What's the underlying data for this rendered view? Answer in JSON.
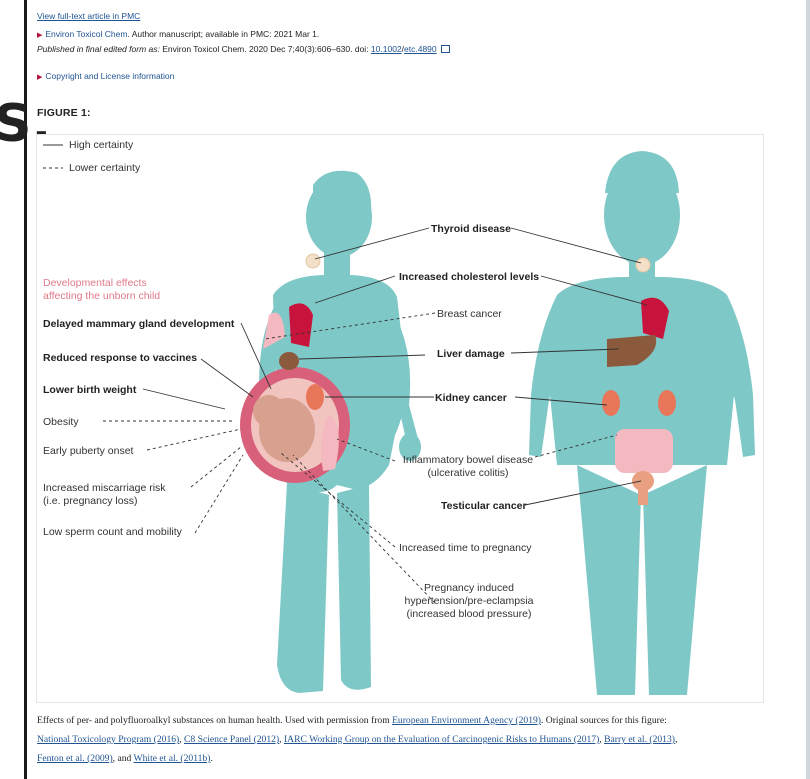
{
  "header": {
    "full_text_link": "View full-text article in PMC",
    "journal_link": "Environ Toxicol Chem",
    "manuscript_note": ". Author manuscript; available in PMC: 2021 Mar 1.",
    "published_prefix": "Published in final edited form as:",
    "citation": " Environ Toxicol Chem. 2020 Dec 7;40(3):606–630. doi: ",
    "doi_prefix": "10.1002",
    "doi_sep": "/",
    "doi_suffix": "etc.4890",
    "copyright_link": "Copyright and License information"
  },
  "side_text": "S.",
  "figure": {
    "title": "FIGURE 1:",
    "legend": {
      "high": "High certainty",
      "low": "Lower certainty"
    },
    "dev_heading_1": "Developmental effects",
    "dev_heading_2": "affecting the unborn child",
    "left_labels": {
      "mammary": "Delayed mammary gland development",
      "vaccines": "Reduced response to vaccines",
      "birth_weight": "Lower birth weight",
      "obesity": "Obesity",
      "puberty": "Early puberty onset",
      "miscarriage_1": "Increased miscarriage risk",
      "miscarriage_2": "(i.e. pregnancy loss)",
      "sperm": "Low sperm count and mobility"
    },
    "center_labels": {
      "thyroid": "Thyroid disease",
      "cholesterol": "Increased cholesterol levels",
      "breast": "Breast cancer",
      "liver": "Liver damage",
      "kidney": "Kidney cancer",
      "ibd_1": "Inflammatory bowel disease",
      "ibd_2": "(ulcerative colitis)",
      "testicular": "Testicular cancer",
      "time_pregnancy": "Increased time to pregnancy",
      "hyper_1": "Pregnancy induced",
      "hyper_2": "hypertension/pre-eclampsia",
      "hyper_3": "(increased blood pressure)"
    },
    "colors": {
      "body": "#7fc8c8",
      "dev_text": "#e07a8a",
      "heart": "#c8143c",
      "liver": "#8b5a3c",
      "kidney": "#e8775a",
      "intestine": "#f4b8c0",
      "womb": "#d9607a"
    }
  },
  "caption": {
    "text": "Effects of per- and polyfluoroalkyl substances on human health. Used with permission from ",
    "eea": "European Environment Agency (2019)",
    "text2": ". Original sources for this figure: ",
    "ntp": "National Toxicology Program (2016)",
    "c8": "C8 Science Panel (2012)",
    "iarc": "IARC Working Group on the Evaluation of Carcinogenic Risks to Humans (2017)",
    "barry": "Barry et al. (2013)",
    "fenton": "Fenton et al. (2009)",
    "and": ", and ",
    "white": "White et al. (2011b)",
    "sep": ", ",
    "end": "."
  }
}
